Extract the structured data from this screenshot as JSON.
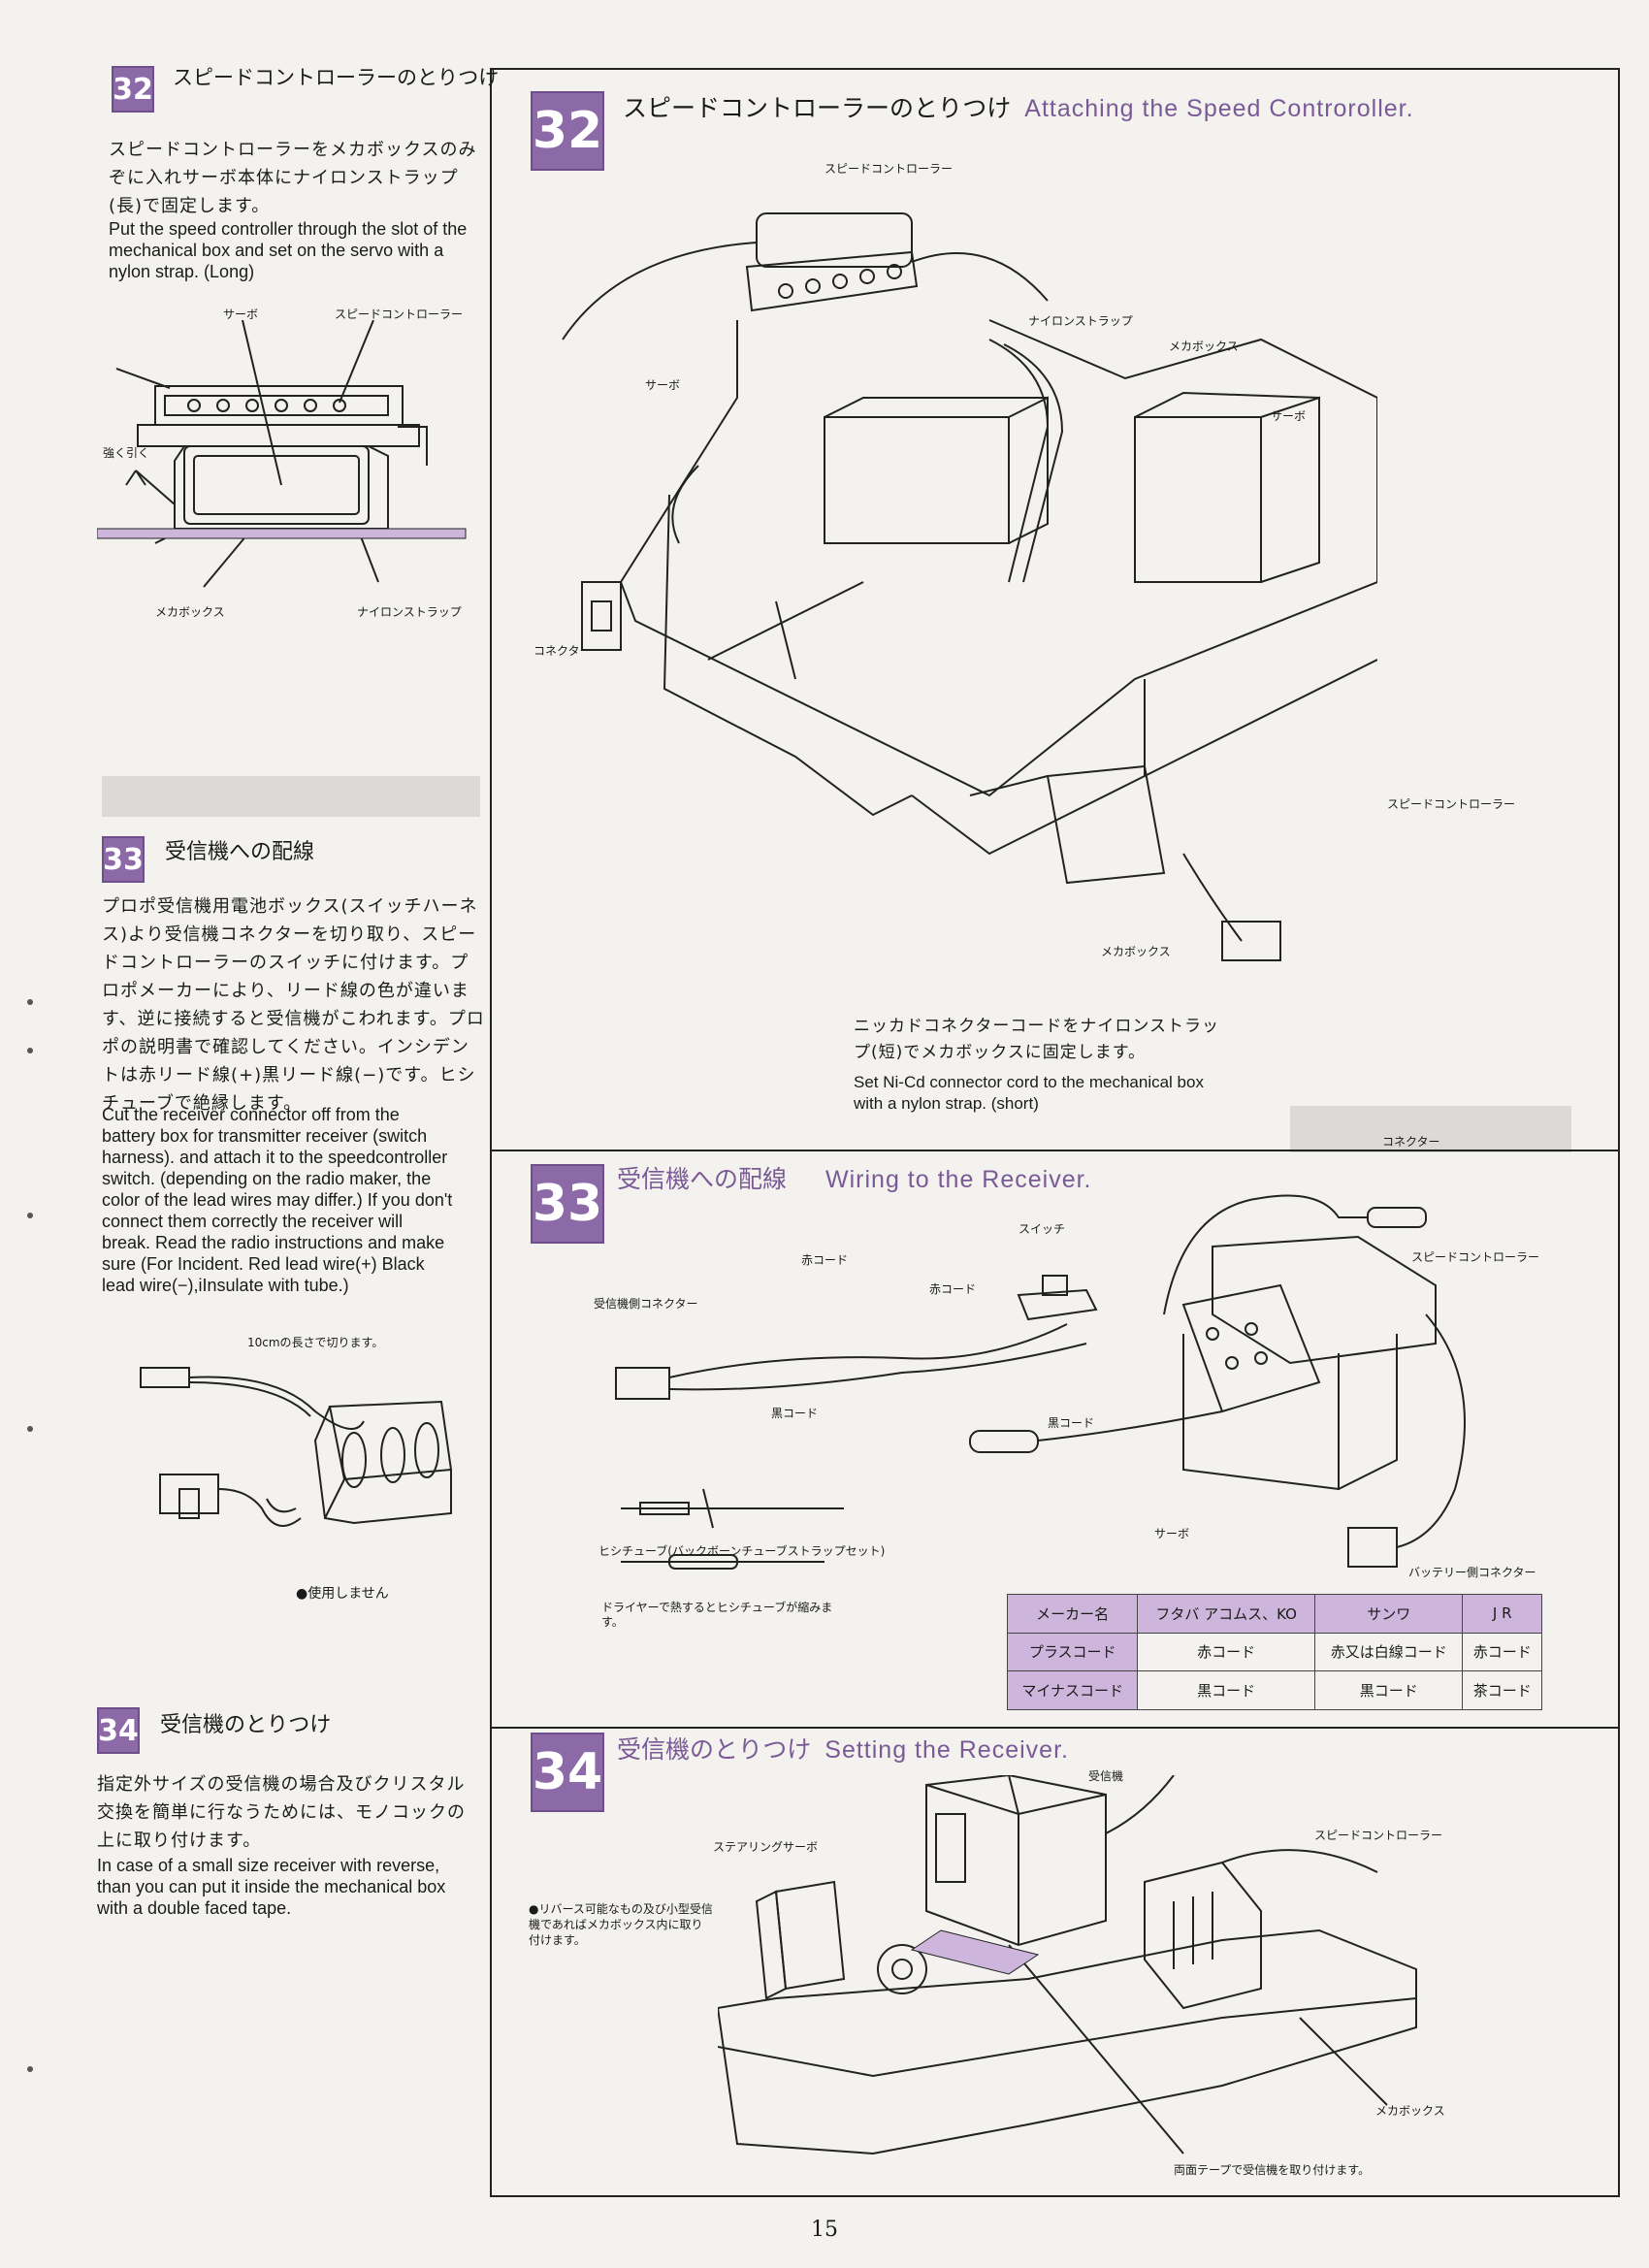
{
  "page_number": "15",
  "left": {
    "s32": {
      "badge": "32",
      "title": "スピードコントローラーのとりつけ",
      "text_jp": "スピードコントローラーをメカボックスのみぞに入れサーボ本体にナイロンストラップ(長)で固定します。",
      "text_en": "Put the speed controller through the slot of the mechanical box and set on the servo with a nylon strap. (Long)",
      "labels": {
        "servo": "サーボ",
        "speed_controller": "スピードコントローラー",
        "pull": "強く引く",
        "mecha_box": "メカボックス",
        "nylon_strap": "ナイロンストラップ"
      }
    },
    "s33": {
      "badge": "33",
      "title": "受信機への配線",
      "text_jp": "プロポ受信機用電池ボックス(スイッチハーネス)より受信機コネクターを切り取り、スピードコントローラーのスイッチに付けます。プロポメーカーにより、リード線の色が違います、逆に接続すると受信機がこわれます。プロポの説明書で確認してください。インシデントは赤リード線(+)黒リード線(−)です。ヒシチューブで絶縁します。",
      "text_en": "Cut the receiver connector off from the battery box for transmitter receiver (switch harness). and attach it to the speedcontroller switch. (depending on the radio maker, the color of the lead wires may differ.) If you don't connect them correctly the receiver will break. Read the radio instructions and make sure (For Incident. Red lead wire(+) Black lead wire(−),iInsulate with tube.)",
      "labels": {
        "cut_10cm": "10cmの長さで切ります。",
        "not_used": "●使用しません"
      }
    },
    "s34": {
      "badge": "34",
      "title": "受信機のとりつけ",
      "text_jp": "指定外サイズの受信機の場合及びクリスタル交換を簡単に行なうためには、モノコックの上に取り付けます。",
      "text_en": "In case of a small size receiver with reverse, than you can put it inside the mechanical box with a double faced tape."
    }
  },
  "right": {
    "s32": {
      "badge": "32",
      "title_jp": "スピードコントローラーのとりつけ",
      "title_en": "Attaching the Speed Controroller.",
      "labels": {
        "speed_controller": "スピードコントローラー",
        "nylon_strap": "ナイロンストラップ",
        "mecha_box": "メカボックス",
        "servo_left": "サーボ",
        "servo_right": "サーボ",
        "connector": "コネクター",
        "speed_controller_2": "スピードコントローラー",
        "mecha_box_2": "メカボックス",
        "connector_2": "コネクター"
      },
      "note_jp": "ニッカドコネクターコードをナイロンストラップ(短)でメカボックスに固定します。",
      "note_en": "Set Ni-Cd connector cord to the mechanical box with a nylon strap. (short)"
    },
    "s33": {
      "badge": "33",
      "title_jp": "受信機への配線",
      "title_en": "Wiring to the Receiver.",
      "labels": {
        "switch": "スイッチ",
        "red_cord_1": "赤コード",
        "red_cord_2": "赤コード",
        "receiver_connector": "受信機側コネクター",
        "black_cord_1": "黒コード",
        "black_cord_2": "黒コード",
        "speed_controller": "スピードコントローラー",
        "servo": "サーボ",
        "battery_connector": "バッテリー側コネクター",
        "heat_tube": "ヒシチューブ(バックボーンチューブストラップセット)",
        "dryer_note": "ドライヤーで熱するとヒシチューブが縮みます。"
      },
      "table": {
        "header": [
          "メーカー名",
          "フタバ アコムス、KO",
          "サンワ",
          "J R"
        ],
        "rows": [
          [
            "プラスコード",
            "赤コード",
            "赤又は白線コード",
            "赤コード"
          ],
          [
            "マイナスコード",
            "黒コード",
            "黒コード",
            "茶コード"
          ]
        ]
      }
    },
    "s34": {
      "badge": "34",
      "title_jp": "受信機のとりつけ",
      "title_en": "Setting the Receiver.",
      "labels": {
        "receiver": "受信機",
        "steering_servo": "ステアリングサーボ",
        "speed_controller": "スピードコントローラー",
        "mecha_box": "メカボックス",
        "double_tape": "両面テープで受信機を取り付けます。",
        "reverse_note": "●リバース可能なもの及び小型受信機であればメカボックス内に取り付けます。"
      }
    }
  },
  "colors": {
    "accent_purple": "#8c6aa8",
    "title_purple": "#7a5a96",
    "table_fill": "#cdb5dc",
    "paper": "#f3f2ef"
  }
}
